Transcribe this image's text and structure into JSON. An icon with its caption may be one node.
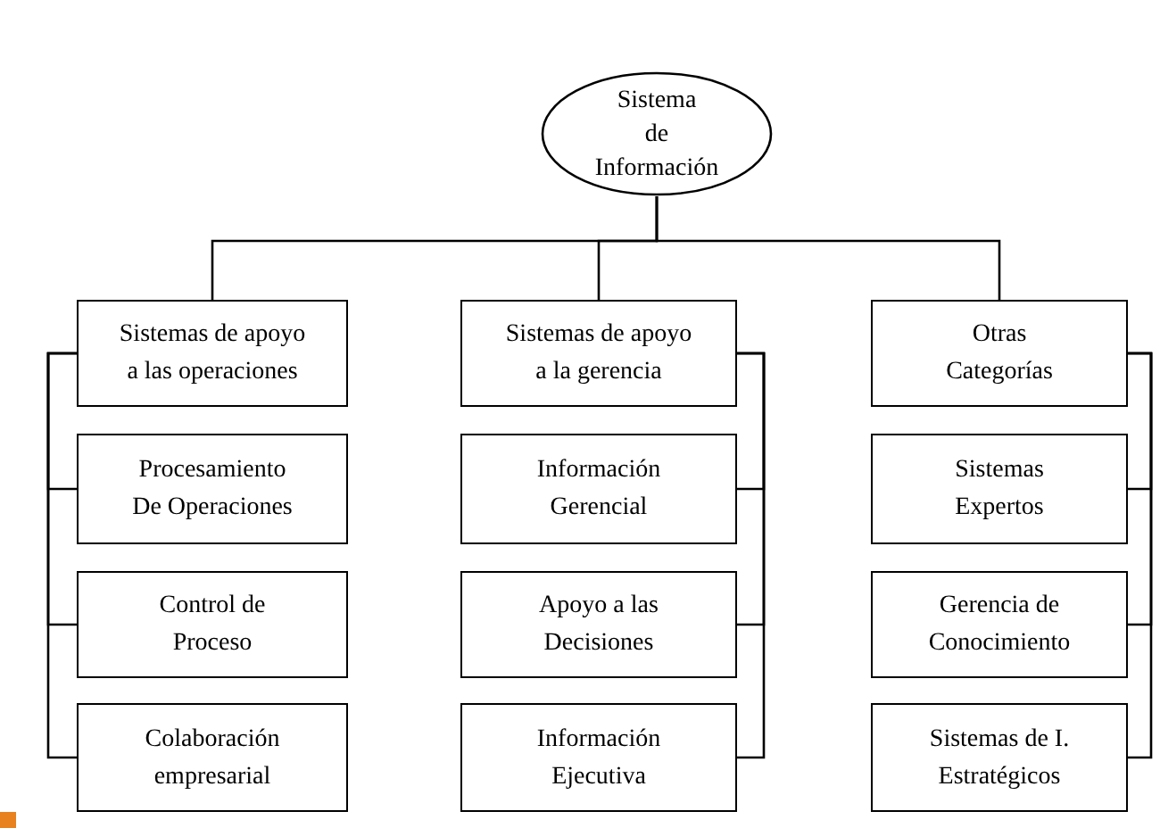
{
  "diagram": {
    "nodes": [
      {
        "text": [
          "Sistema de Información"
        ]
      },
      {
        "text": [
          "Sistemas de apoyo a las operaciones"
        ]
      },
      {
        "text": [
          "Procesamiento De Operaciones"
        ]
      },
      {
        "text": [
          "Control de Proceso"
        ]
      },
      {
        "text": [
          "Colaboración empresarial"
        ]
      },
      {
        "text": [
          "Sistemas de apoyo a la gerencia"
        ]
      },
      {
        "text": [
          "Información Gerencial"
        ]
      },
      {
        "text": [
          "Apoyo a las Decisiones"
        ]
      },
      {
        "text": [
          "Información Ejecutiva"
        ]
      },
      {
        "text": [
          "Otras Categorías"
        ]
      },
      {
        "text": [
          "Sistemas Expertos"
        ]
      },
      {
        "text": [
          "Gerencia de Conocimiento"
        ]
      },
      {
        "text": [
          "Sistemas de I. Estratégicos"
        ]
      }
    ],
    "edges": [
      {
        "from": 0,
        "to": 1,
        "arrow": "none"
      },
      {
        "from": 0,
        "to": 5,
        "arrow": "none"
      },
      {
        "from": 0,
        "to": 9,
        "arrow": "none"
      },
      {
        "from": 1,
        "to": 2,
        "arrow": "none"
      },
      {
        "from": 1,
        "to": 3,
        "arrow": "none"
      },
      {
        "from": 1,
        "to": 4,
        "arrow": "none"
      },
      {
        "from": 5,
        "to": 6,
        "arrow": "none"
      },
      {
        "from": 5,
        "to": 7,
        "arrow": "none"
      },
      {
        "from": 5,
        "to": 8,
        "arrow": "none"
      },
      {
        "from": 9,
        "to": 10,
        "arrow": "none"
      },
      {
        "from": 9,
        "to": 11,
        "arrow": "none"
      },
      {
        "from": 9,
        "to": 12,
        "arrow": "none"
      }
    ]
  }
}
